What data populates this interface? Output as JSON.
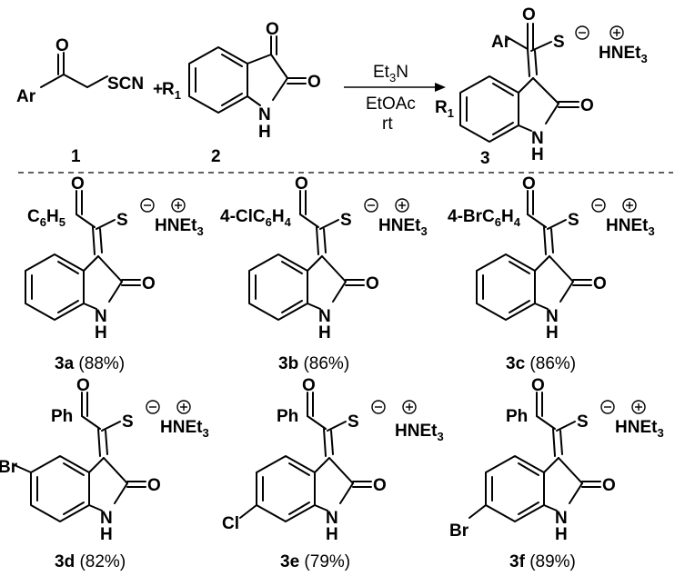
{
  "scheme": {
    "reagent1": {
      "ar": "Ar",
      "o": "O",
      "group": "SCN",
      "number": "1"
    },
    "plus": "+",
    "reagent2": {
      "r": "R",
      "r_sub": "1",
      "o_top": "O",
      "o_side": "O",
      "nh": "N",
      "h": "H",
      "number": "2"
    },
    "conditions": {
      "base": "Et",
      "base_sub": "3",
      "base_tail": "N",
      "solvent": "EtOAc",
      "temperature": "rt"
    },
    "product": {
      "ar": "Ar",
      "o": "O",
      "s": "S",
      "cation": "HNEt",
      "cation_sub": "3",
      "r": "R",
      "r_sub": "1",
      "o_side": "O",
      "nh": "N",
      "h": "H",
      "number": "3"
    }
  },
  "examples": [
    {
      "id": "3a",
      "yield": "(88%)",
      "aryl": "C",
      "aryl_s1": "6",
      "aryl_m": "H",
      "aryl_s2": "5",
      "aryl_pre": "",
      "halo": ""
    },
    {
      "id": "3b",
      "yield": "(86%)",
      "aryl_pre": "4-ClC",
      "aryl_s1": "6",
      "aryl_m": "H",
      "aryl_s2": "4",
      "halo": ""
    },
    {
      "id": "3c",
      "yield": "(86%)",
      "aryl_pre": "4-BrC",
      "aryl_s1": "6",
      "aryl_m": "H",
      "aryl_s2": "4",
      "halo": ""
    },
    {
      "id": "3d",
      "yield": "(82%)",
      "ph": "Ph",
      "halo": "Br"
    },
    {
      "id": "3e",
      "yield": "(79%)",
      "ph": "Ph",
      "halo": "Cl"
    },
    {
      "id": "3f",
      "yield": "(89%)",
      "ph": "Ph",
      "halo": "Br"
    }
  ],
  "common": {
    "o": "O",
    "s": "S",
    "cation": "HNEt",
    "cation_sub": "3",
    "nh": "N",
    "h": "H"
  }
}
